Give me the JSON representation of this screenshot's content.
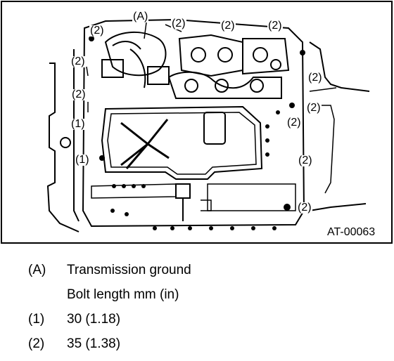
{
  "figure": {
    "code": "AT-00063",
    "callouts": {
      "a_label": "(A)",
      "bolt_length_1": "(1)",
      "bolt_length_2": "(2)"
    }
  },
  "legend": {
    "items": [
      {
        "key": "(A)",
        "text": "Transmission ground"
      },
      {
        "key": "",
        "text": "Bolt length mm (in)"
      },
      {
        "key": "(1)",
        "text": "30 (1.18)"
      },
      {
        "key": "(2)",
        "text": "35 (1.38)"
      }
    ]
  }
}
